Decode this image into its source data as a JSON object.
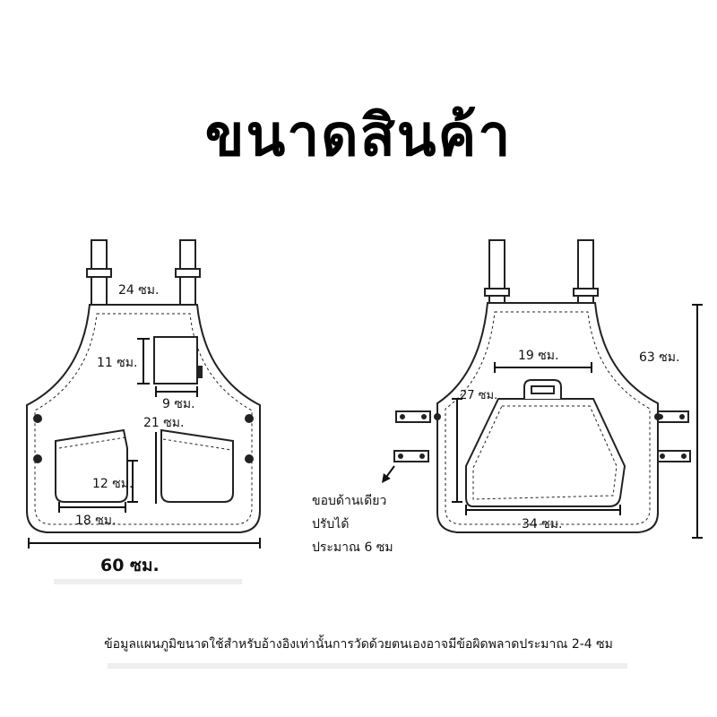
{
  "title": "ขนาดสินค้า",
  "front": {
    "strap_width": "24 ซม.",
    "chest_pocket_height": "11 ซม.",
    "chest_pocket_width": "9 ซม.",
    "side_pocket_height_outer": "21 ซม.",
    "side_pocket_height_inner": "12 ซม.",
    "side_pocket_width": "18 ซม.",
    "total_width": "60 ซม."
  },
  "back": {
    "top_pocket_width": "19 ซม.",
    "total_length": "63 ซม.",
    "pocket_height": "27 ซม.",
    "pocket_width": "34 ซม.",
    "adjust_note": [
      "ขอบด้านเดียว",
      "ปรับได้",
      "ประมาณ 6 ซม"
    ]
  },
  "disclaimer": "ข้อมูลแผนภูมิขนาดใช้สำหรับอ้างอิงเท่านั้นการวัดด้วยตนเองอาจมีข้อผิดพลาดประมาณ 2-4 ซม"
}
